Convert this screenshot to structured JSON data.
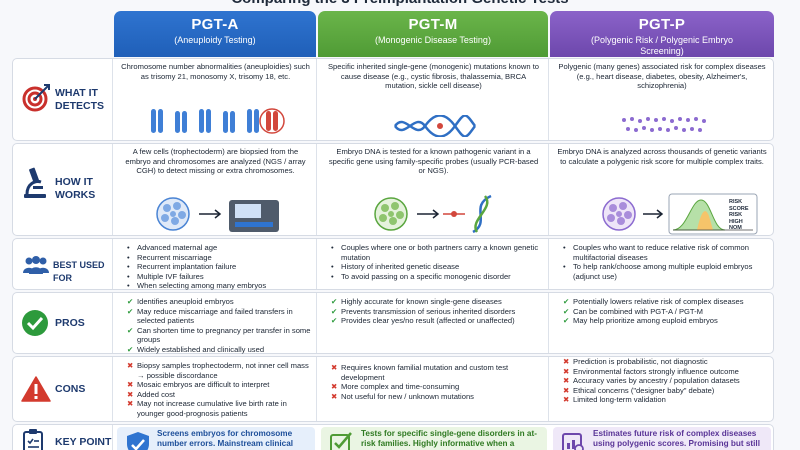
{
  "title": "Comparing the 3 Preimplantation Genetic Tests",
  "columns": [
    {
      "name": "PGT-A",
      "subtitle": "(Aneuploidy Testing)"
    },
    {
      "name": "PGT-M",
      "subtitle": "(Monogenic Disease Testing)"
    },
    {
      "name": "PGT-P",
      "subtitle": "(Polygenic Risk / Polygenic Embryo Screening)"
    }
  ],
  "rows": {
    "detects": {
      "label": "WHAT IT DETECTS",
      "a": "Chromosome number abnormalities (aneuploidies) such as trisomy 21, monosomy X, trisomy 18, etc.",
      "m": "Specific inherited single-gene (monogenic) mutations known to cause disease (e.g., cystic fibrosis, thalassemia, BRCA mutation, sickle cell disease)",
      "p": "Polygenic (many genes) associated risk for complex diseases (e.g., heart disease, diabetes, obesity, Alzheimer's, schizophrenia)"
    },
    "works": {
      "label": "HOW IT WORKS",
      "a": "A few cells (trophectoderm) are biopsied from the embryo and chromosomes are analyzed (NGS / array CGH) to detect missing or extra chromosomes.",
      "m": "Embryo DNA is tested for a known pathogenic variant in a specific gene using family-specific probes (usually PCR-based or NGS).",
      "p": "Embryo DNA is analyzed across thousands of genetic variants to calculate a polygenic risk score for multiple complex traits.",
      "risk_labels": [
        "RISK",
        "SCORE",
        "RISK",
        "HIGH",
        "NOM"
      ]
    },
    "best": {
      "label": "BEST USED FOR",
      "a": [
        "Advanced maternal age",
        "Recurrent miscarriage",
        "Recurrent implantation failure",
        "Multiple IVF failures",
        "When selecting among many embryos"
      ],
      "m": [
        "Couples where one or both partners carry a known genetic mutation",
        "History of inherited genetic disease",
        "To avoid passing on a specific monogenic disorder"
      ],
      "p": [
        "Couples who want to reduce relative risk of common multifactorial diseases",
        "To help rank/choose among multiple euploid embryos (adjunct use)"
      ]
    },
    "pros": {
      "label": "PROS",
      "a": [
        "Identifies aneuploid embryos",
        "May reduce miscarriage and failed transfers in selected patients",
        "Can shorten time to pregnancy per transfer in some groups",
        "Widely established and clinically used"
      ],
      "m": [
        "Highly accurate for known single-gene diseases",
        "Prevents transmission of serious inherited disorders",
        "Provides clear yes/no result (affected or unaffected)"
      ],
      "p": [
        "Potentially lowers relative risk of complex diseases",
        "Can be combined with PGT-A / PGT-M",
        "May help prioritize among euploid embryos"
      ]
    },
    "cons": {
      "label": "CONS",
      "a": [
        "Biopsy samples trophectoderm, not inner cell mass → possible discordance",
        "Mosaic embryos are difficult to interpret",
        "Added cost",
        "May not increase cumulative live birth rate in younger good-prognosis patients"
      ],
      "m": [
        "Requires known familial mutation and custom test development",
        "More complex and time-consuming",
        "Not useful for new / unknown mutations"
      ],
      "p": [
        "Prediction is probabilistic, not diagnostic",
        "Environmental factors strongly influence outcome",
        "Accuracy varies by ancestry / population datasets",
        "Ethical concerns (\"designer baby\" debate)",
        "Limited long-term validation"
      ]
    },
    "key": {
      "label": "KEY POINT",
      "a": "Screens embryos for chromosome number errors. Mainstream clinical practice with proven benefit in",
      "m": "Tests for specific single-gene disorders in at-risk families. Highly informative when a known mutation exists.",
      "p": "Estimates future risk of complex diseases using polygenic scores. Promising but still emerging and controversial."
    }
  },
  "colors": {
    "pgt_a": "#1f5fb8",
    "pgt_m": "#4f9b35",
    "pgt_p": "#6d47ac",
    "check": "#2d9a3c",
    "cross": "#d33a2e"
  }
}
